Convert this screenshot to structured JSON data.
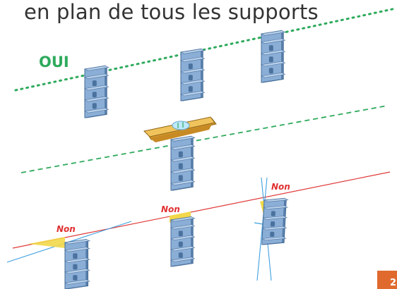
{
  "heading": "en plan de tous les supports",
  "labels": {
    "oui": "OUI",
    "non_left": "Non",
    "non_middle": "Non",
    "non_right": "Non"
  },
  "page_number": "2",
  "colors": {
    "support": "#8aaed6",
    "support_shade": "#5f86b4",
    "support_light": "#b9d0ea",
    "guide_line": "#2eaa5c",
    "level_body": "#e8b54a",
    "red_line": "#e03a3a",
    "blue_line": "#3fa0e0",
    "wedge": "#f2d84a",
    "page_badge": "#e06a2e"
  }
}
